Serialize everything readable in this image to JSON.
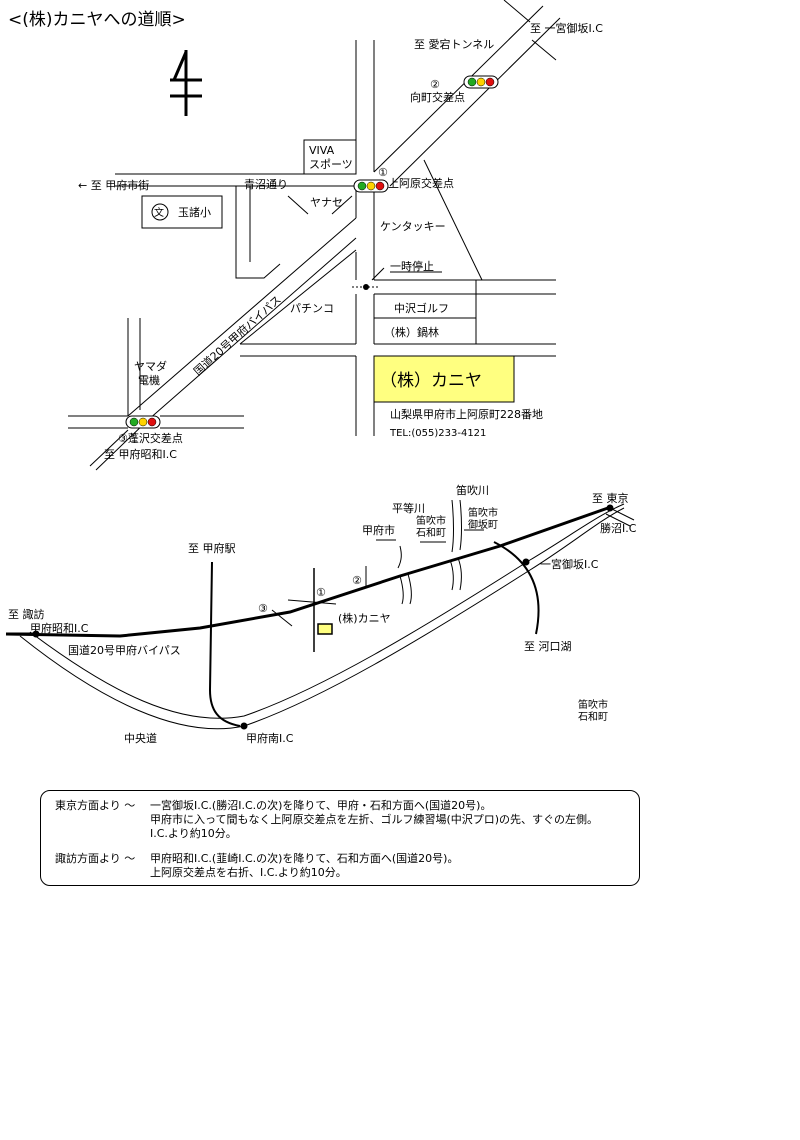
{
  "title": "<(株)カニヤへの道順>",
  "upper_map": {
    "labels": {
      "atago": "至 愛宕トンネル",
      "ichinomiya_top": "至 一宮御坂I.C",
      "mukaimachi_num": "②",
      "mukaimachi": "向町交差点",
      "kofu_shigai": "← 至 甲府市街",
      "viva": [
        "VIVA",
        "スポーツ"
      ],
      "aonuma": "青沼通り",
      "kamiahara_num": "①",
      "kamiahara": "上阿原交差点",
      "school_mark": "文",
      "school": "玉諸小",
      "yanase": "ヤナセ",
      "kfc": "ケンタッキー",
      "bypass": "国道20号甲府バイパス",
      "stop": "一時停止",
      "pachinko": "パチンコ",
      "nakazawa": "中沢ゴルフ",
      "nabebayashi": "（株）鍋林",
      "yamada": [
        "ヤマダ",
        "電機"
      ],
      "company": "（株）カニヤ",
      "address": "山梨県甲府市上阿原町228番地",
      "tel": "TEL:(055)233-4121",
      "hasuzawa": "③蓬沢交差点",
      "showa": "至 甲府昭和I.C"
    }
  },
  "lower_map": {
    "labels": {
      "fuefuki_river": "笛吹川",
      "heito_river": "平等川",
      "kofu_city": "甲府市",
      "isawa": [
        "笛吹市",
        "石和町"
      ],
      "misaka": [
        "笛吹市",
        "御坂町"
      ],
      "tokyo": "至 東京",
      "katsunuma": "勝沼I.C",
      "ichinomiya": "一宮御坂I.C",
      "kofu_station": "至 甲府駅",
      "num1": "①",
      "num2": "②",
      "num3": "③",
      "company": "(株)カニヤ",
      "suwa": "至 諏訪",
      "showa": "甲府昭和I.C",
      "bypass": "国道20号甲府バイパス",
      "kawaguchiko": "至 河口湖",
      "isawa_bottom": [
        "笛吹市",
        "石和町"
      ],
      "chuodo": "中央道",
      "kofu_minami": "甲府南I.C"
    }
  },
  "directions": {
    "tokyo_lead": "東京方面より ～",
    "tokyo_lines": [
      "一宮御坂I.C.(勝沼I.C.の次)を降りて、甲府・石和方面へ(国道20号)。",
      "甲府市に入って間もなく上阿原交差点を左折、ゴルフ練習場(中沢プロ)の先、すぐの左側。",
      "I.C.より約10分。"
    ],
    "suwa_lead": "諏訪方面より ～",
    "suwa_lines": [
      "甲府昭和I.C.(韮崎I.C.の次)を降りて、石和方面へ(国道20号)。",
      "上阿原交差点を右折、I.C.より約10分。"
    ]
  },
  "colors": {
    "company_box": "#ffff80",
    "signal_green": "#22aa22",
    "signal_yellow": "#ffd200",
    "signal_red": "#e01010"
  }
}
